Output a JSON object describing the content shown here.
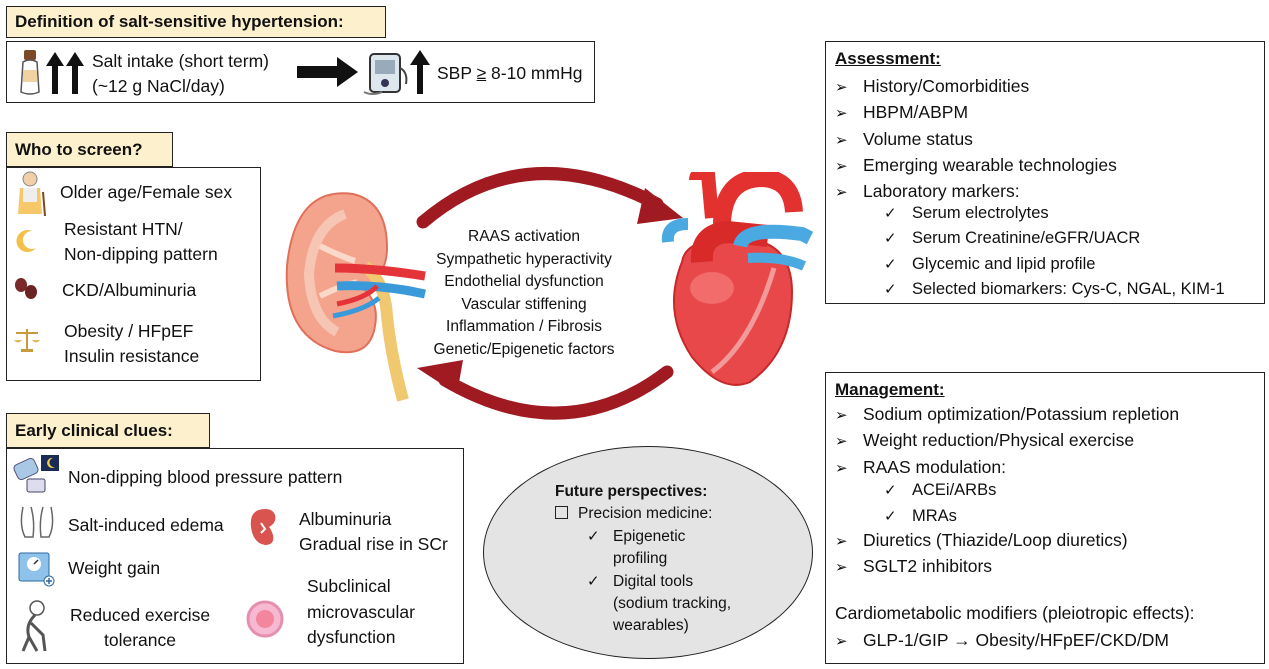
{
  "definition": {
    "title": "Definition of salt-sensitive hypertension:",
    "intake_line1": "Salt intake (short term)",
    "intake_line2": "(~12 g NaCl/day)",
    "sbp_prefix": "SBP ",
    "sbp_symbol": "≥",
    "sbp_value": " 8-10 mmHg"
  },
  "screen": {
    "title": "Who to screen?",
    "items": [
      {
        "line1": "Older age/Female sex",
        "line2": ""
      },
      {
        "line1": "Resistant HTN/",
        "line2": "Non-dipping pattern"
      },
      {
        "line1": "CKD/Albuminuria",
        "line2": ""
      },
      {
        "line1": "Obesity / HFpEF",
        "line2": "Insulin resistance"
      }
    ]
  },
  "mechanisms": [
    "RAAS activation",
    "Sympathetic hyperactivity",
    "Endothelial dysfunction",
    "Vascular stiffening",
    "Inflammation / Fibrosis",
    "Genetic/Epigenetic factors"
  ],
  "assessment": {
    "title": "Assessment:",
    "items": [
      "History/Comorbidities",
      "HBPM/ABPM",
      "Volume status",
      "Emerging wearable technologies",
      "Laboratory markers:"
    ],
    "sub_items": [
      "Serum electrolytes",
      "Serum Creatinine/eGFR/UACR",
      "Glycemic and lipid profile",
      "Selected biomarkers: Cys-C, NGAL, KIM-1"
    ]
  },
  "clues": {
    "title": "Early clinical clues:",
    "nondipping": "Non-dipping blood pressure pattern",
    "edema": "Salt-induced edema",
    "albuminuria_line1": "Albuminuria",
    "albuminuria_line2": "Gradual rise in SCr",
    "weight": "Weight gain",
    "exercise_line1": "Reduced exercise",
    "exercise_line2": "tolerance",
    "micro_line1": "Subclinical",
    "micro_line2": "microvascular",
    "micro_line3": "dysfunction"
  },
  "future": {
    "title": "Future perspectives:",
    "precision": "Precision medicine:",
    "epi_line1": "Epigenetic",
    "epi_line2": "profiling",
    "digital_line1": "Digital tools",
    "digital_line2": "(sodium tracking,",
    "digital_line3": "wearables)"
  },
  "management": {
    "title": "Management:",
    "items": [
      "Sodium optimization/Potassium repletion",
      "Weight reduction/Physical exercise",
      "RAAS modulation:"
    ],
    "raas_sub": [
      "ACEi/ARBs",
      "MRAs"
    ],
    "items2": [
      "Diuretics (Thiazide/Loop diuretics)",
      "SGLT2 inhibitors"
    ],
    "modifiers_heading": "Cardiometabolic modifiers (pleiotropic effects):",
    "glp_left": "GLP-1/GIP ",
    "glp_arrow": "→",
    "glp_right": " Obesity/HFpEF/CKD/DM"
  },
  "icons": [
    "salt-shaker-icon",
    "up-arrows-icon",
    "right-arrow-icon",
    "bp-monitor-icon",
    "elderly-woman-icon",
    "moon-icon",
    "kidney-beans-icon",
    "scale-icon",
    "bp-cuff-icon",
    "legs-icon",
    "kidney-small-icon",
    "scale-weight-icon",
    "tired-figure-icon",
    "vessel-icon",
    "kidney-illustration",
    "heart-illustration",
    "cycle-arrows"
  ],
  "colors": {
    "header_fill": "#fdf0cd",
    "future_fill": "#e4e4e4",
    "cycle_arrow": "#a01a22",
    "heart_red": "#e2312e",
    "vessel_blue": "#4aa9e0"
  }
}
